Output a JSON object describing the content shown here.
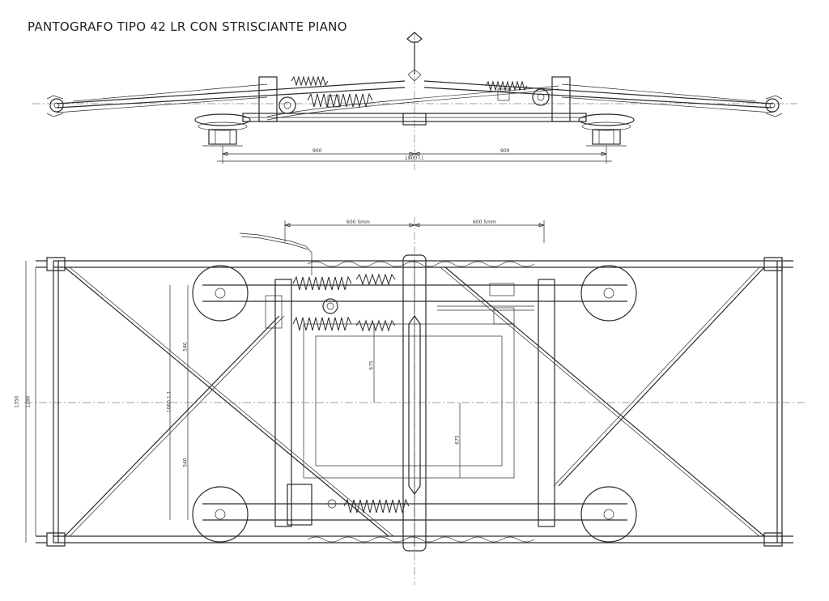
{
  "title": "PANTOGRAFO TIPO 42 LR CON STRISCIANTE PIANO",
  "side_view": {
    "dims": {
      "left": "900",
      "right": "900",
      "total": "1800 l.l."
    }
  },
  "plan_view": {
    "dims": {
      "top_left": "600 5mm",
      "top_right": "600 5mm",
      "outer_height": "1350",
      "inner_height": "1286",
      "mid_height": "1060 1.1",
      "upper_half": "540",
      "lower_half": "540",
      "frame_left": "675",
      "frame_right": "675"
    }
  }
}
